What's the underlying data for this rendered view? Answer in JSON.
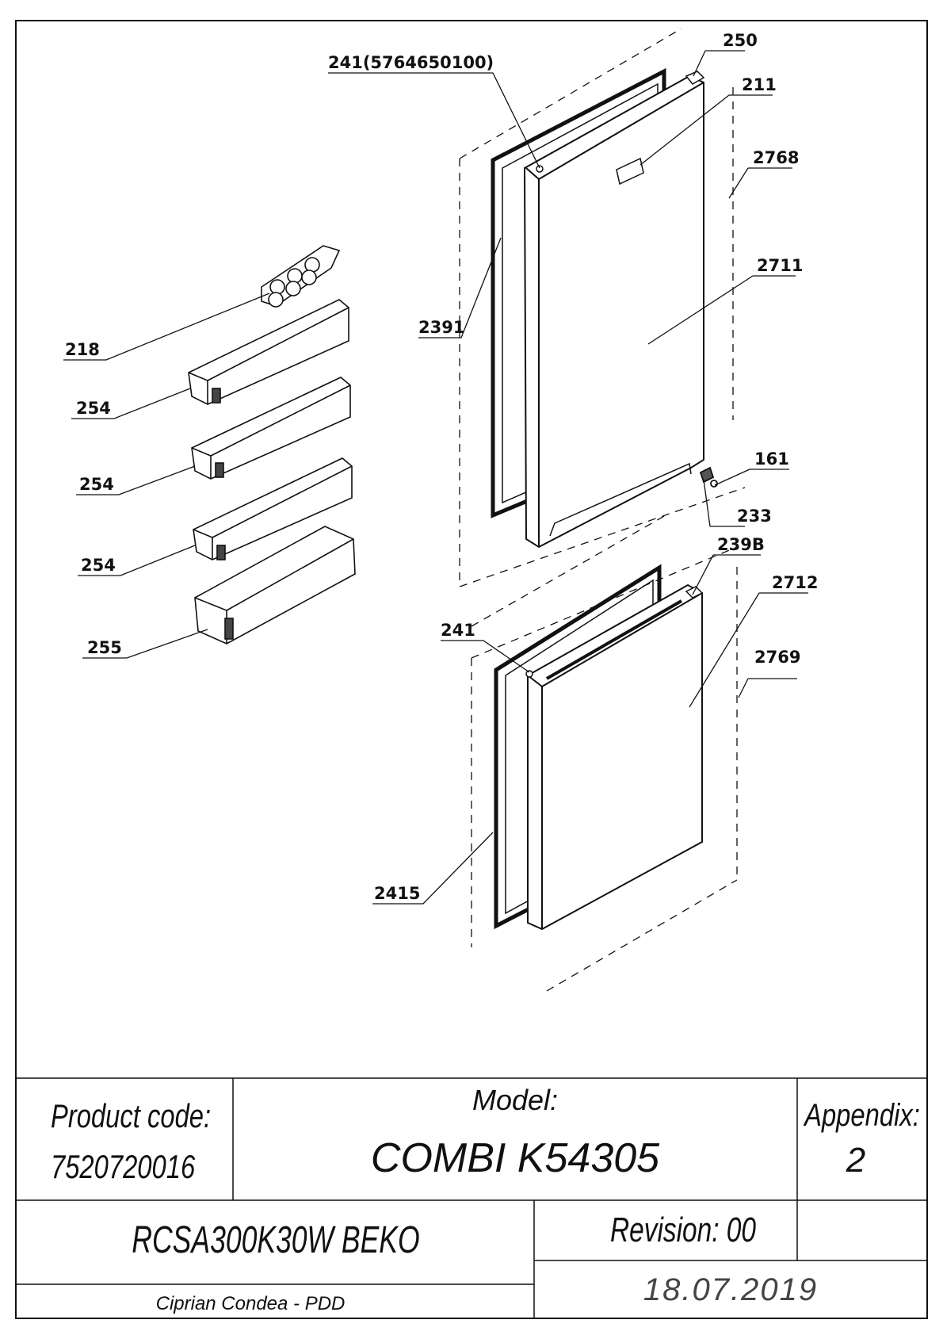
{
  "labels": {
    "l250": "250",
    "l241a": "241(5764650100)",
    "l211": "211",
    "l2768": "2768",
    "l2711": "2711",
    "l2391": "2391",
    "l218": "218",
    "l254a": "254",
    "l254b": "254",
    "l254c": "254",
    "l255": "255",
    "l161": "161",
    "l233": "233",
    "l239B": "239B",
    "l2712": "2712",
    "l241b": "241",
    "l2769": "2769",
    "l2415": "2415"
  },
  "title_block": {
    "product_code_label": "Product code:",
    "product_code_value": "7520720016",
    "model_label": "Model:",
    "model_value": "COMBI K54305",
    "appendix_label": "Appendix:",
    "appendix_value": "2",
    "product_name": "RCSA300K30W BEKO",
    "revision": "Revision: 00",
    "author": "Ciprian Condea - PDD",
    "date": "18.07.2019"
  }
}
